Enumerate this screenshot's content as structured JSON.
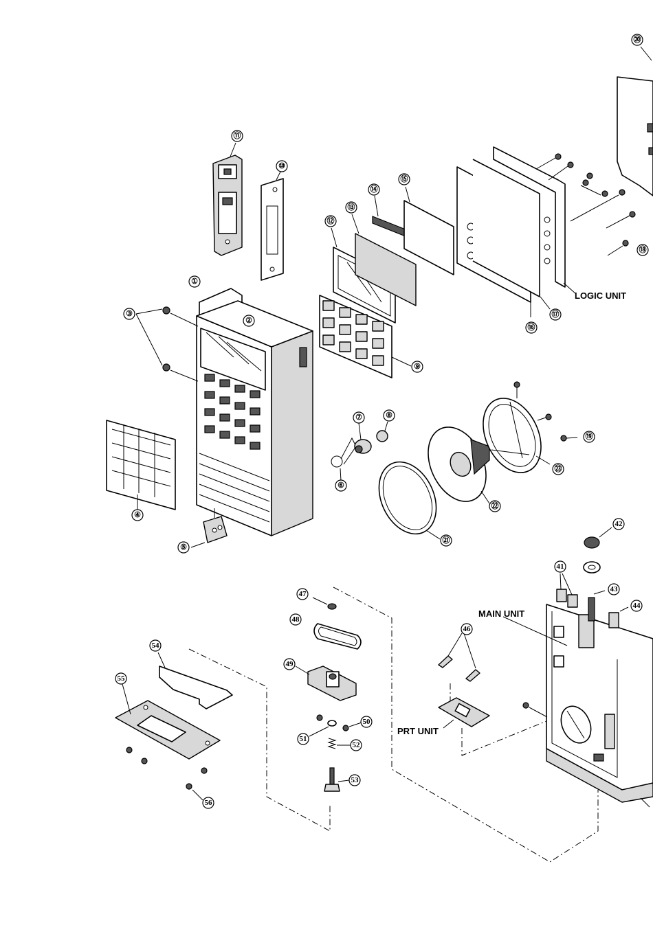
{
  "unit_labels": {
    "logic": "LOGIC UNIT",
    "main": "MAIN UNIT",
    "prt": "PRT UNIT"
  },
  "callouts": [
    {
      "id": "c1",
      "label": "①"
    },
    {
      "id": "c2",
      "label": "②"
    },
    {
      "id": "c3",
      "label": "③"
    },
    {
      "id": "c4",
      "label": "④"
    },
    {
      "id": "c5",
      "label": "⑤"
    },
    {
      "id": "c6",
      "label": "⑥"
    },
    {
      "id": "c7",
      "label": "⑦"
    },
    {
      "id": "c8",
      "label": "⑧"
    },
    {
      "id": "c9",
      "label": "⑨"
    },
    {
      "id": "c10",
      "label": "⑩"
    },
    {
      "id": "c11",
      "label": "⑪"
    },
    {
      "id": "c12",
      "label": "⑫"
    },
    {
      "id": "c13",
      "label": "⑬"
    },
    {
      "id": "c14",
      "label": "⑭"
    },
    {
      "id": "c15",
      "label": "⑮"
    },
    {
      "id": "c16",
      "label": "⑯"
    },
    {
      "id": "c17",
      "label": "⑰"
    },
    {
      "id": "c18",
      "label": "⑱"
    },
    {
      "id": "c19",
      "label": "⑲"
    },
    {
      "id": "c20",
      "label": "⑳"
    },
    {
      "id": "c21",
      "label": "㉑"
    },
    {
      "id": "c22",
      "label": "㉒"
    },
    {
      "id": "c23",
      "label": "㉓"
    },
    {
      "id": "c41",
      "label": "41"
    },
    {
      "id": "c42",
      "label": "42"
    },
    {
      "id": "c43",
      "label": "43"
    },
    {
      "id": "c44",
      "label": "44"
    },
    {
      "id": "c46",
      "label": "46"
    },
    {
      "id": "c47",
      "label": "47"
    },
    {
      "id": "c48",
      "label": "48"
    },
    {
      "id": "c49",
      "label": "49"
    },
    {
      "id": "c50",
      "label": "50"
    },
    {
      "id": "c51",
      "label": "51"
    },
    {
      "id": "c52",
      "label": "52"
    },
    {
      "id": "c53",
      "label": "53"
    },
    {
      "id": "c54",
      "label": "54"
    },
    {
      "id": "c55",
      "label": "55"
    },
    {
      "id": "c56",
      "label": "56"
    }
  ]
}
